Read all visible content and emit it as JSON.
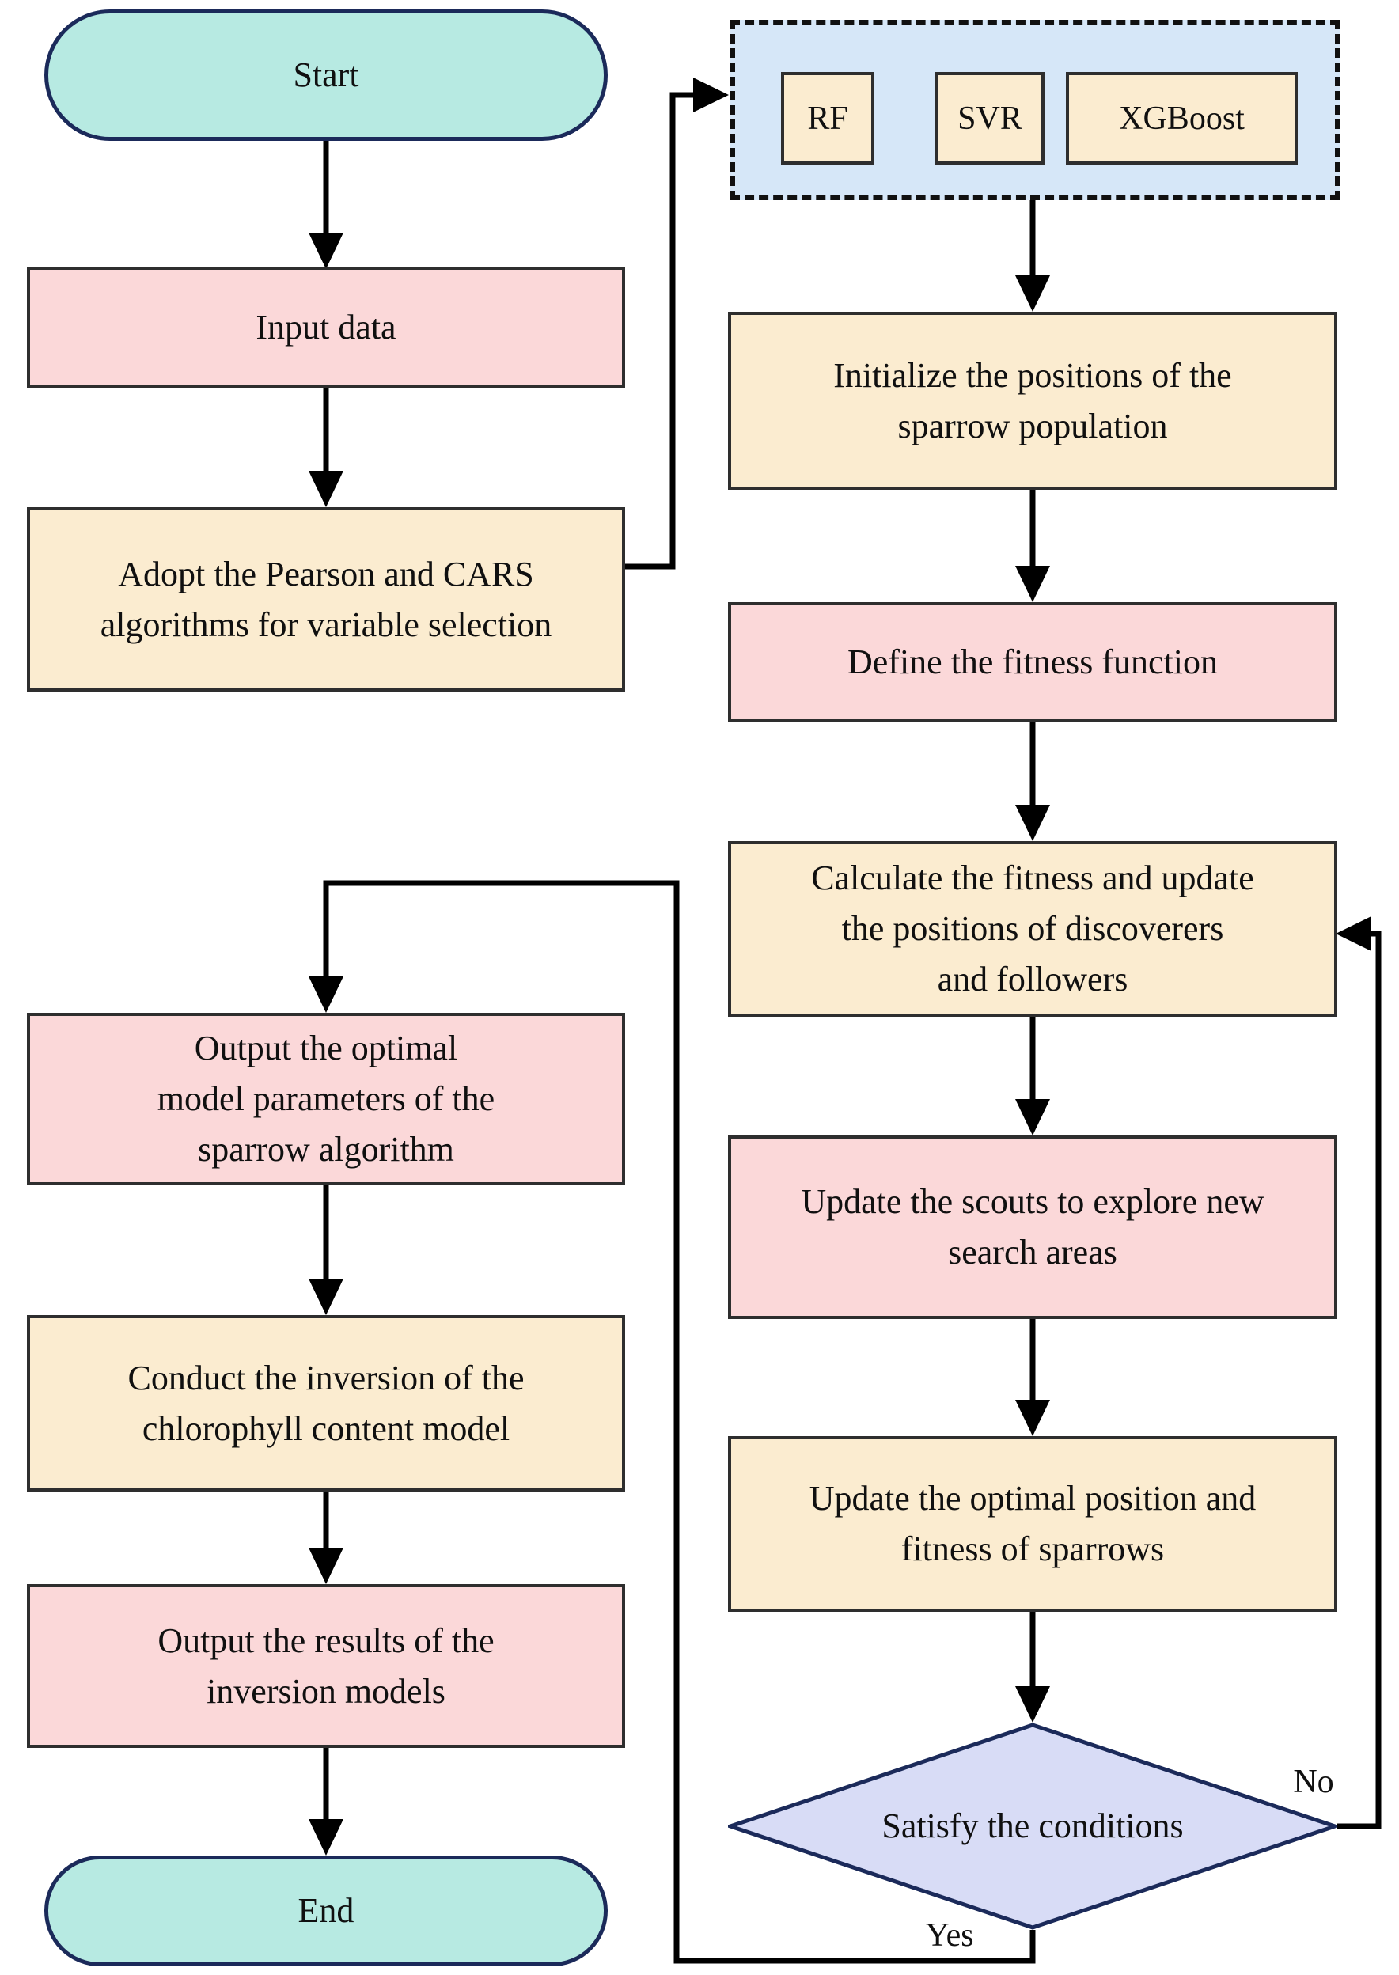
{
  "figure": {
    "type": "flowchart",
    "background": "#ffffff",
    "colors": {
      "terminator_fill": "#b7eae2",
      "terminator_border": "#1b2a5a",
      "process_pink_fill": "#fbd8d9",
      "process_tan_fill": "#fbecd0",
      "process_border": "#2e2e2e",
      "model_panel_fill": "#d6e7f8",
      "decision_fill": "#d8dcf6",
      "decision_border": "#1b2a5a",
      "connector": "#000000"
    },
    "nodes": {
      "start": {
        "label": "Start",
        "shape": "terminator"
      },
      "input_data": {
        "label": "Input data",
        "shape": "process"
      },
      "variable_selection": {
        "label": "Adopt the Pearson and CARS\nalgorithms for variable selection",
        "shape": "process"
      },
      "initialize": {
        "label": "Initialize the positions of the\nsparrow population",
        "shape": "process"
      },
      "define_fitness": {
        "label": "Define the fitness function",
        "shape": "process"
      },
      "calculate_fitness": {
        "label": "Calculate the fitness and update\nthe positions of discoverers\nand followers",
        "shape": "process"
      },
      "update_scouts": {
        "label": "Update the scouts to explore new\nsearch areas",
        "shape": "process"
      },
      "update_optimal": {
        "label": "Update the optimal position and\nfitness of sparrows",
        "shape": "process"
      },
      "decision": {
        "label": "Satisfy the conditions",
        "shape": "decision"
      },
      "output_params": {
        "label": "Output the optimal\nmodel parameters of the\nsparrow algorithm",
        "shape": "process"
      },
      "conduct_inversion": {
        "label": "Conduct the inversion of the\nchlorophyll content model",
        "shape": "process"
      },
      "output_results": {
        "label": "Output the results of the\ninversion models",
        "shape": "process"
      },
      "end": {
        "label": "End",
        "shape": "terminator"
      }
    },
    "model_panel": {
      "models": [
        {
          "label": "RF"
        },
        {
          "label": "SVR"
        },
        {
          "label": "XGBoost"
        }
      ]
    },
    "edge_labels": {
      "yes": "Yes",
      "no": "No"
    }
  }
}
